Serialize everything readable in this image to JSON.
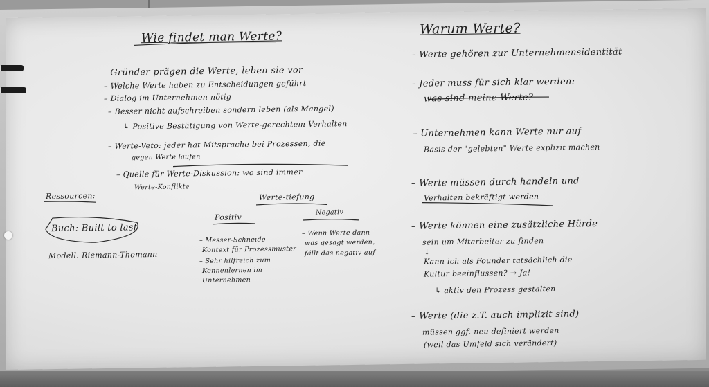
{
  "left_section": {
    "title": "Wie findet man Werte?",
    "items": [
      "– Gründer prägen die Werte, leben sie vor",
      "– Welche Werte haben zu Entscheidungen geführt",
      "– Dialog im Unternehmen nötig",
      "– Besser nicht aufschreiben sondern leben (als Mangel)",
      "↳ Positive Bestätigung von Werte-gerechtem Verhalten",
      "– Werte-Veto: jeder hat Mitsprache bei Prozessen, die",
      "gegen Werte laufen",
      "– Quelle für Werte-Diskussion: wo sind immer",
      "Werte-Konflikte"
    ]
  },
  "resources": {
    "title": "Ressourcen:",
    "items": [
      "Buch: Built to last",
      "Modell: Riemann-Thomann"
    ]
  },
  "werte_tiefung": {
    "title": "Werte-tiefung",
    "positiv_label": "Positiv",
    "negativ_label": "Negativ",
    "positiv_items": [
      "– Messer-Schneide",
      "Kontext für Prozessmuster",
      "– Sehr hilfreich zum",
      "Kennenlernen im",
      "Unternehmen"
    ],
    "negativ_items": [
      "– Wenn Werte dann",
      "was gesagt werden,",
      "fällt das negativ auf"
    ]
  },
  "right_section": {
    "title": "Warum Werte?",
    "items": [
      "– Werte gehören zur Unternehmensidentität",
      "– Jeder muss für sich klar werden:",
      "was sind meine Werte?",
      "– Unternehmen kann Werte nur auf",
      "Basis der \"gelebten\" Werte explizit machen",
      "– Werte müssen durch handeln und",
      "Verhalten bekräftigt werden",
      "– Werte können eine zusätzliche Hürde",
      "sein um Mitarbeiter zu finden",
      "↓",
      "Kann ich als Founder tatsächlich die",
      "Kultur beeinflussen? → Ja!",
      "↳ aktiv den Prozess gestalten",
      "– Werte (die z.T. auch implizit sind)",
      "müssen ggf. neu definiert werden",
      "(weil das Umfeld sich verändert)"
    ]
  }
}
